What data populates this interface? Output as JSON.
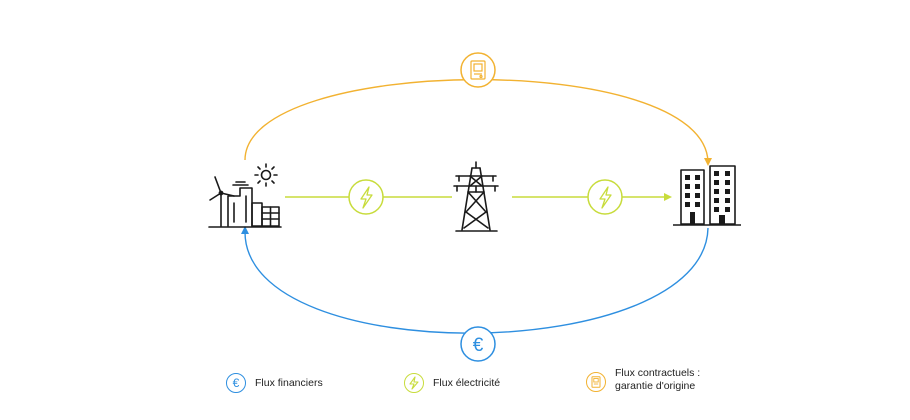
{
  "colors": {
    "contract": "#F2B231",
    "electricity": "#C8DC3C",
    "financial": "#2E8FE0",
    "icon": "#1a1a1a"
  },
  "nodes": {
    "producer_icon": "wind-solar-plant-icon",
    "grid_icon": "transmission-pylon-icon",
    "consumer_icon": "office-building-icon"
  },
  "flow_symbols": {
    "euro": "€",
    "contract": "certificate-document-icon",
    "electricity": "lightning-bolt-icon"
  },
  "legend": {
    "financial": {
      "label": "Flux financiers",
      "symbol": "€"
    },
    "electricity": {
      "label": "Flux électricité"
    },
    "contract": {
      "label_line1": "Flux contractuels :",
      "label_line2": "garantie d'origine"
    }
  }
}
